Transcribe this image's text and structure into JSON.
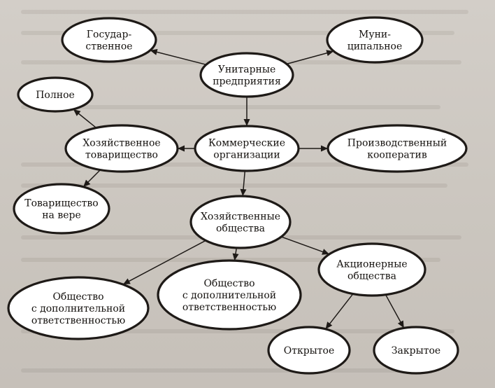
{
  "nodes": {
    "unitary": {
      "lines": [
        "Унитарные",
        "предприятия"
      ]
    },
    "state": {
      "lines": [
        "Государ-",
        "ственное"
      ]
    },
    "municipal": {
      "lines": [
        "Муни-",
        "ципальное"
      ]
    },
    "full": {
      "lines": [
        "Полное"
      ]
    },
    "partnership": {
      "lines": [
        "Хозяйственное",
        "товарищество"
      ]
    },
    "commercial": {
      "lines": [
        "Коммерческие",
        "организации"
      ]
    },
    "cooperative": {
      "lines": [
        "Производственный",
        "кооператив"
      ]
    },
    "faith": {
      "lines": [
        "Товарищество",
        "на вере"
      ]
    },
    "societies": {
      "lines": [
        "Хозяйственные",
        "общества"
      ]
    },
    "joint_stock": {
      "lines": [
        "Акционерные",
        "общества"
      ]
    },
    "ood": {
      "lines": [
        "Общество",
        "с дополнительной",
        "ответственностью"
      ]
    },
    "ooo": {
      "lines": [
        "Общество",
        "с дополнительной",
        "ответственностью"
      ]
    },
    "open": {
      "lines": [
        "Открытое"
      ]
    },
    "closed": {
      "lines": [
        "Закрытое"
      ]
    }
  },
  "edges": [
    [
      "unitary",
      "state"
    ],
    [
      "unitary",
      "municipal"
    ],
    [
      "unitary",
      "commercial"
    ],
    [
      "commercial",
      "partnership"
    ],
    [
      "commercial",
      "cooperative"
    ],
    [
      "commercial",
      "societies"
    ],
    [
      "partnership",
      "full"
    ],
    [
      "partnership",
      "faith"
    ],
    [
      "societies",
      "joint_stock"
    ],
    [
      "societies",
      "ood"
    ],
    [
      "societies",
      "ooo"
    ],
    [
      "joint_stock",
      "open"
    ],
    [
      "joint_stock",
      "closed"
    ]
  ],
  "colors": {
    "node_fill": "#ffffff",
    "stroke": "#1e1a17",
    "paper": "#cfcac4"
  }
}
